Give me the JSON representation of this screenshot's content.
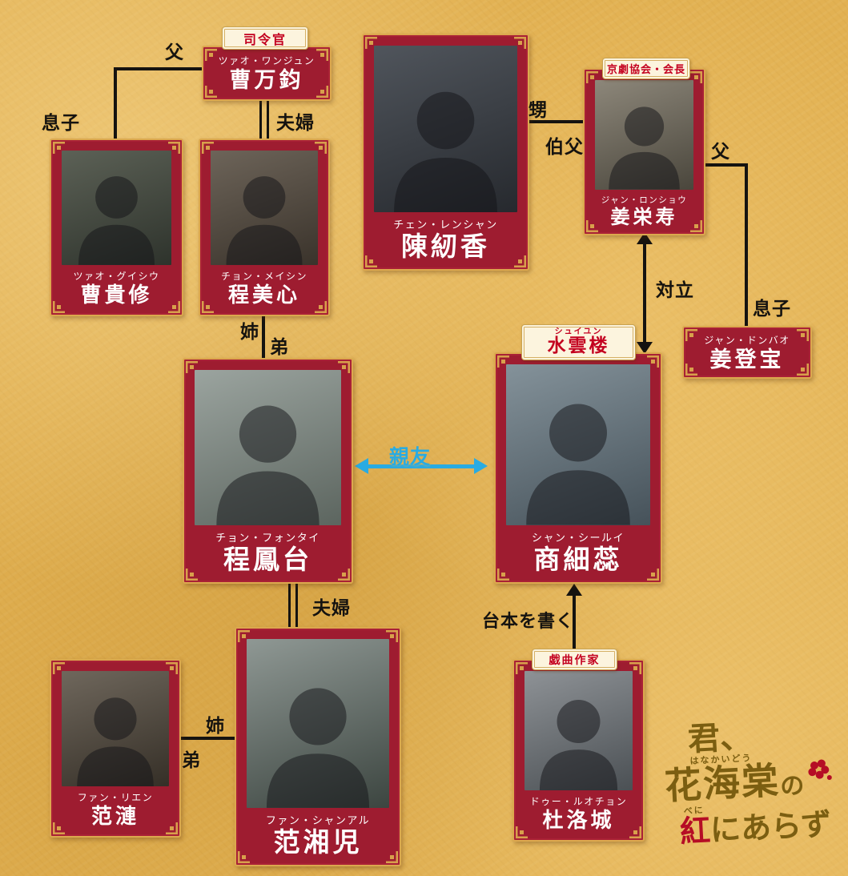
{
  "colors": {
    "background": "#e2b152",
    "card_red": "#9e1c30",
    "frame_gold": "#dca84e",
    "badge_bg": "#fcf4de",
    "badge_text": "#c3001f",
    "line_black": "#151310",
    "friend_blue": "#29abe2",
    "logo_gold": "#7b5e11",
    "logo_red": "#b50d25"
  },
  "characters": [
    {
      "id": "cao-wanjun",
      "badge": "司令官",
      "kana": "ツァオ・ワンジュン",
      "name": "曹万鈞"
    },
    {
      "id": "cao-guixiu",
      "kana": "ツァオ・グイシウ",
      "name": "曹貴修"
    },
    {
      "id": "cheng-meixin",
      "kana": "チョン・メイシン",
      "name": "程美心"
    },
    {
      "id": "chen-renxiang",
      "kana": "チェン・レンシャン",
      "name": "陳紉香"
    },
    {
      "id": "jiang-rongshou",
      "badge": "京劇協会・会長",
      "kana": "ジャン・ロンショウ",
      "name": "姜栄寿"
    },
    {
      "id": "jiang-dengbao",
      "kana": "ジャン・ドンバオ",
      "name": "姜登宝"
    },
    {
      "id": "shang-xirui",
      "badge": "水雲楼",
      "badge_furigana": "シュイユン",
      "kana": "シャン・シールイ",
      "name": "商細蕊"
    },
    {
      "id": "cheng-fengtai",
      "kana": "チョン・フォンタイ",
      "name": "程鳳台"
    },
    {
      "id": "fan-xiangr",
      "kana": "ファン・シャンアル",
      "name": "范湘児"
    },
    {
      "id": "fan-lian",
      "kana": "ファン・リエン",
      "name": "范漣"
    },
    {
      "id": "du-luocheng",
      "badge": "戯曲作家",
      "kana": "ドゥー・ルオチョン",
      "name": "杜洛城"
    }
  ],
  "relations": {
    "father_left": "父",
    "son_left": "息子",
    "couple_top": "夫婦",
    "sister_top": "姉",
    "brother_top": "弟",
    "nephew": "甥",
    "uncle": "伯父",
    "father_right": "父",
    "son_right": "息子",
    "conflict": "対立",
    "best_friend": "親友",
    "couple_bottom": "夫婦",
    "sister_bottom": "姉",
    "brother_bottom": "弟",
    "write_script": "台本を書く"
  },
  "logo": {
    "line1": "君、",
    "furigana_hanakaido": "はなかいどう",
    "line2_main": "花海棠",
    "line2_particle": "の",
    "furigana_beni": "べに",
    "line3_red": "紅",
    "line3_rest": "にあらず"
  }
}
